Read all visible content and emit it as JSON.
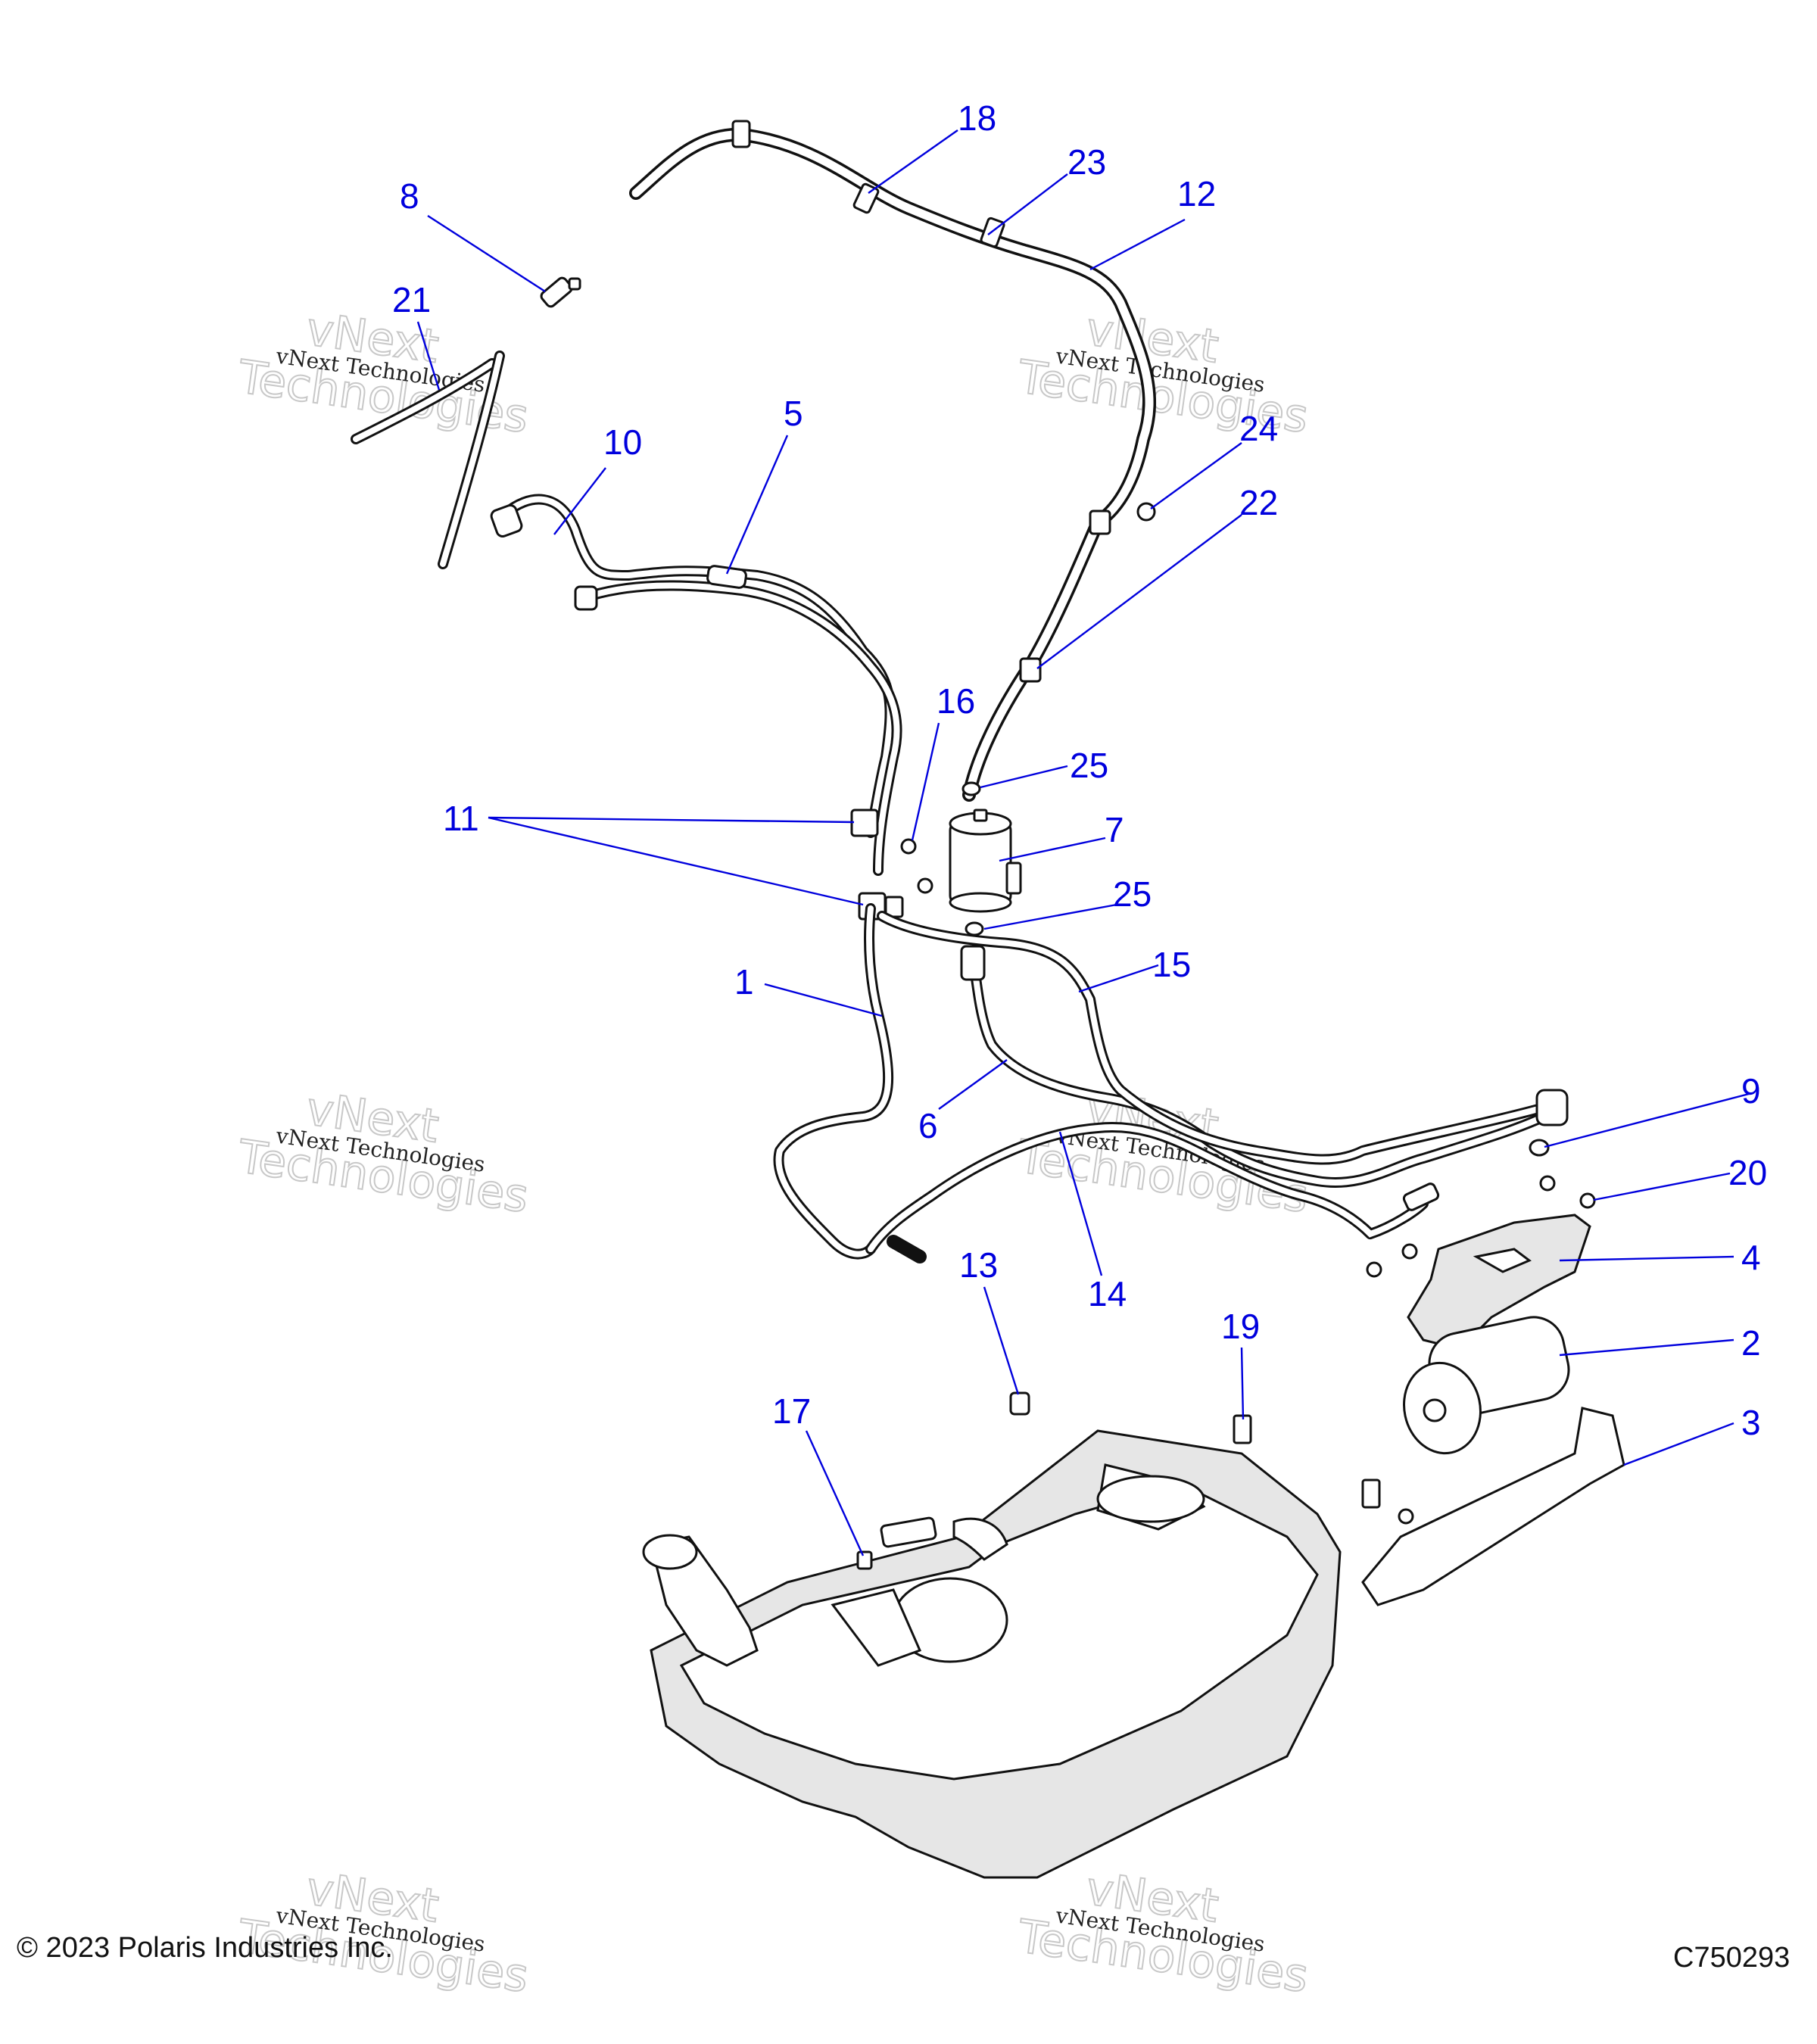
{
  "diagram": {
    "copyright": "© 2023 Polaris Industries Inc.",
    "figure_id": "C750293",
    "accent_color": "#0000dd",
    "watermark_small": "vNext Technologies",
    "watermark_big_1": "vNext",
    "watermark_big_2": "Technologies",
    "callouts": {
      "c1": "1",
      "c2": "2",
      "c3": "3",
      "c4": "4",
      "c5": "5",
      "c6": "6",
      "c7": "7",
      "c8": "8",
      "c9": "9",
      "c10": "10",
      "c11": "11",
      "c12": "12",
      "c13": "13",
      "c14": "14",
      "c15": "15",
      "c16": "16",
      "c17": "17",
      "c18": "18",
      "c19": "19",
      "c20": "20",
      "c21": "21",
      "c22": "22",
      "c23": "23",
      "c24": "24",
      "c25a": "25",
      "c25b": "25"
    }
  }
}
